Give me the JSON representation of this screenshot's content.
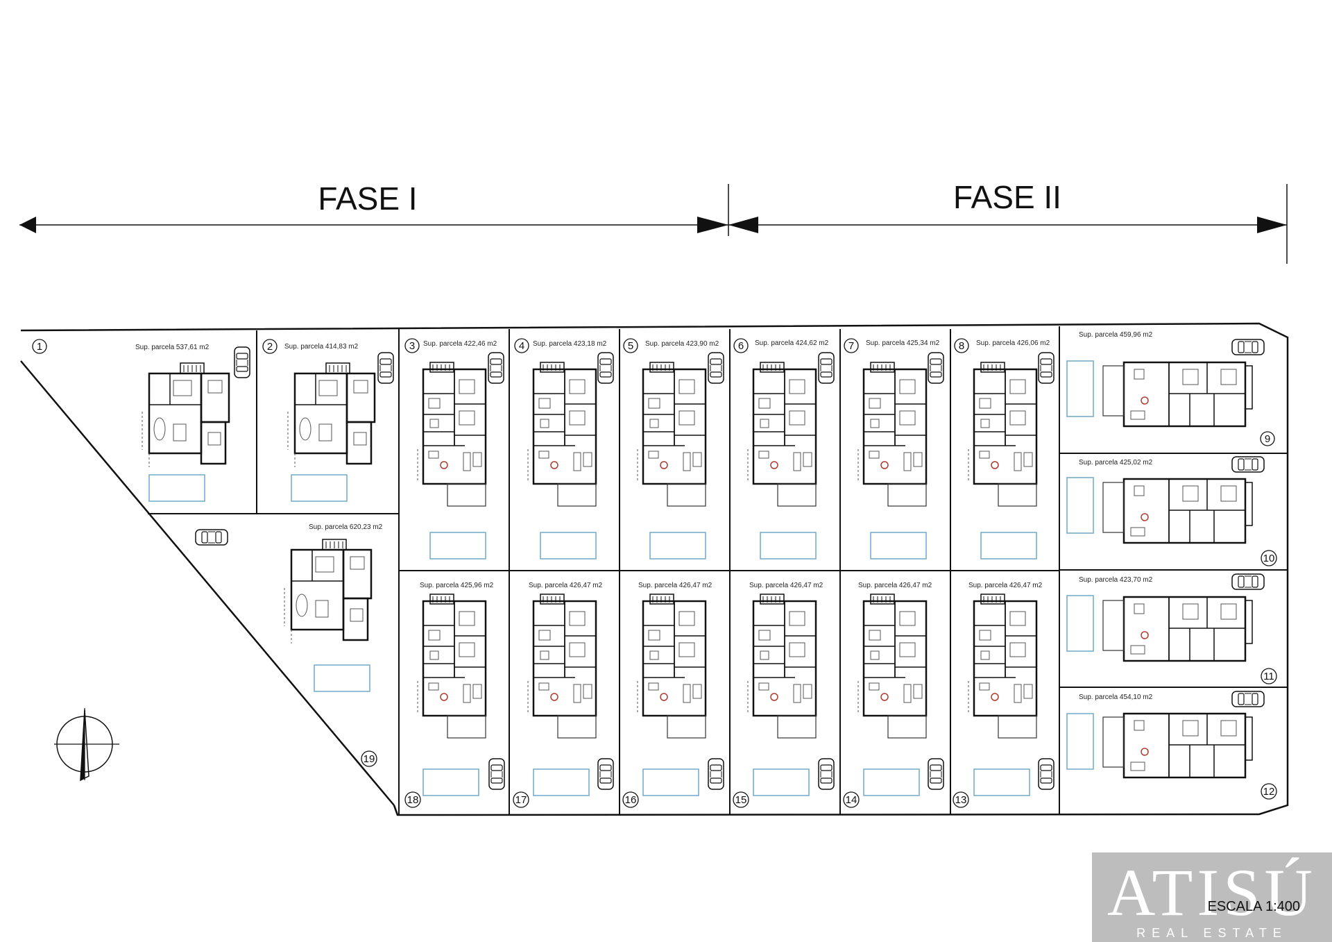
{
  "phases": [
    {
      "key": "fase1",
      "label": "FASE I"
    },
    {
      "key": "fase2",
      "label": "FASE II"
    }
  ],
  "lots": [
    {
      "num": "1",
      "area": "Sup. parcela 537,61 m2"
    },
    {
      "num": "2",
      "area": "Sup. parcela 414,83 m2"
    },
    {
      "num": "3",
      "area": "Sup. parcela 422,46 m2"
    },
    {
      "num": "4",
      "area": "Sup. parcela 423,18 m2"
    },
    {
      "num": "5",
      "area": "Sup. parcela 423,90 m2"
    },
    {
      "num": "6",
      "area": "Sup. parcela 424,62 m2"
    },
    {
      "num": "7",
      "area": "Sup. parcela 425,34 m2"
    },
    {
      "num": "8",
      "area": "Sup. parcela 426,06 m2"
    },
    {
      "num": "9",
      "area": "Sup. parcela 459,96 m2"
    },
    {
      "num": "10",
      "area": "Sup. parcela 425,02 m2"
    },
    {
      "num": "11",
      "area": "Sup. parcela 423,70 m2"
    },
    {
      "num": "12",
      "area": "Sup. parcela 454,10 m2"
    },
    {
      "num": "13",
      "area": "Sup. parcela 426,47 m2"
    },
    {
      "num": "14",
      "area": "Sup. parcela 426,47 m2"
    },
    {
      "num": "15",
      "area": "Sup. parcela 426,47 m2"
    },
    {
      "num": "16",
      "area": "Sup. parcela 426,47 m2"
    },
    {
      "num": "17",
      "area": "Sup. parcela 426,47 m2"
    },
    {
      "num": "18",
      "area": "Sup. parcela 425,96 m2"
    },
    {
      "num": "19",
      "area": "Sup. parcela 620,23 m2"
    }
  ],
  "scale": "ESCALA 1:400",
  "watermark": {
    "brand": "ATISÚ",
    "tagline": "REAL ESTATE"
  },
  "colors": {
    "line": "#111111",
    "pool": "#6fa8c8",
    "watermark_bg": "#bdbdbd"
  },
  "icons": [
    "north-arrow-icon",
    "car-icon",
    "pool-icon",
    "house-plan-icon"
  ]
}
